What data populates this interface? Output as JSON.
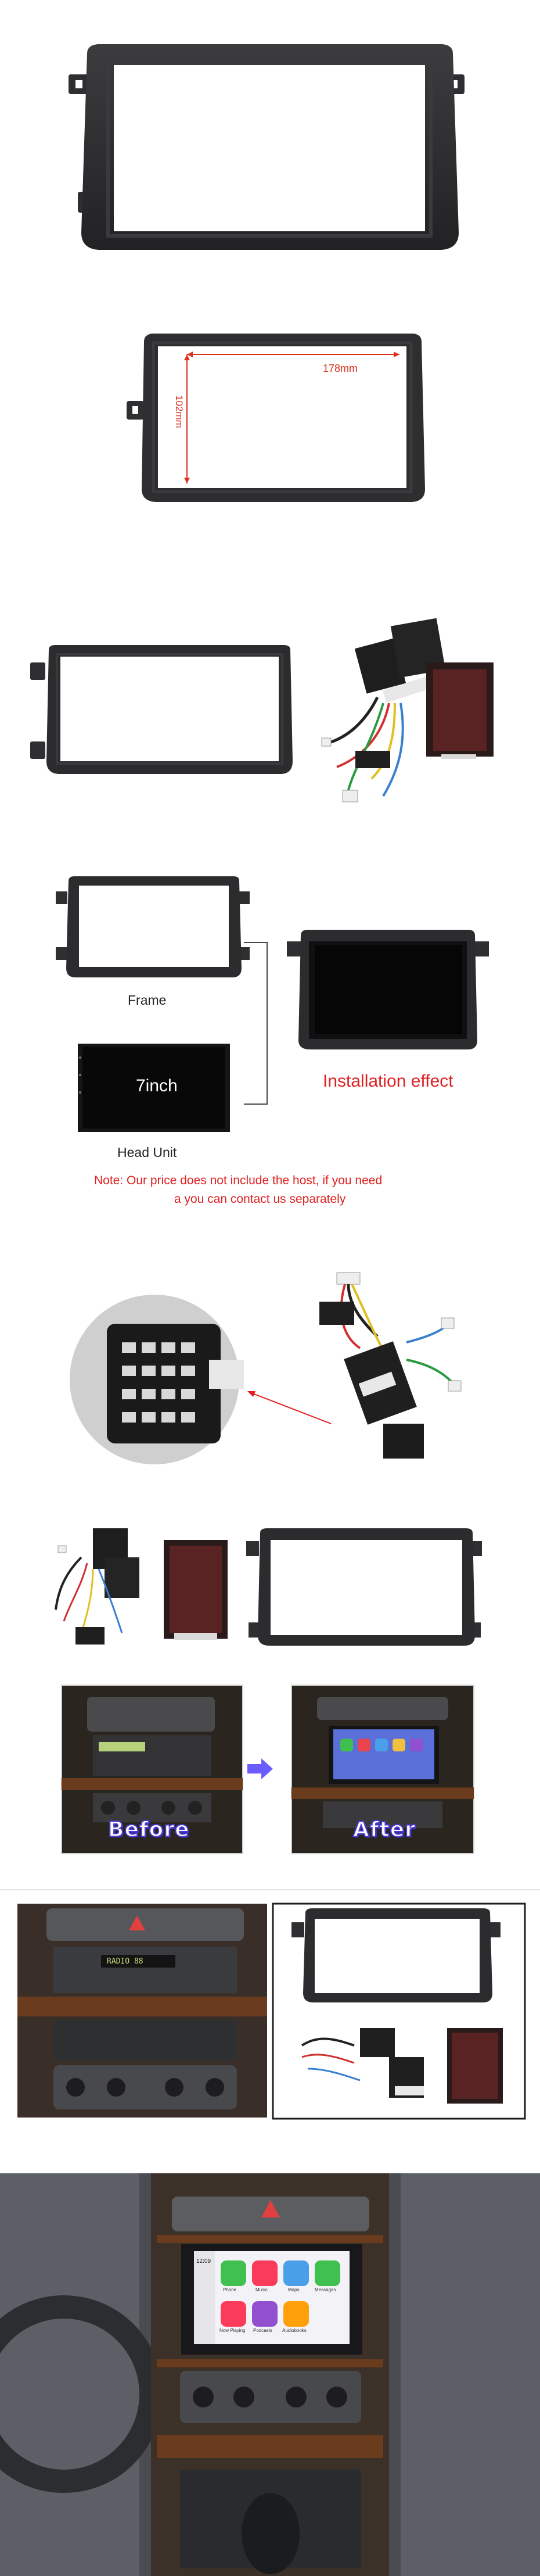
{
  "dimensions": {
    "width_label": "178mm",
    "height_label": "102mm"
  },
  "installation": {
    "frame_label": "Frame",
    "head_unit_label": "Head Unit",
    "screen_size_label": "7inch",
    "effect_label": "Installation effect",
    "note_line1": "Note: Our price does not include the host, if you need",
    "note_line2": "a you can contact us separately"
  },
  "comparison": {
    "before_label": "Before",
    "after_label": "After"
  },
  "radio_display": {
    "text": "RADIO 88",
    "time": "12:09"
  },
  "apps": [
    "Phone",
    "Music",
    "Maps",
    "Messages",
    "Now Playing",
    "Podcasts",
    "Audiobooks"
  ],
  "colors": {
    "frame": "#2b2b2d",
    "dimension_line": "#e0301e",
    "accent_red": "#e02020",
    "badge_fill": "#6a5cff",
    "wood": "#6b3b1e"
  }
}
